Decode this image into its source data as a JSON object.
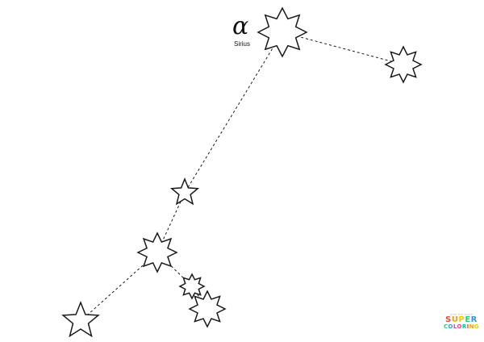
{
  "diagram": {
    "greek_letter": "α",
    "star_name": "Sirius",
    "stroke_color": "#1a1a1a",
    "fill_color": "#ffffff",
    "stars": [
      {
        "id": "sirius",
        "shape": "8-point"
      },
      {
        "id": "right-star",
        "shape": "8-point"
      },
      {
        "id": "upper-middle-star",
        "shape": "5-point"
      },
      {
        "id": "middle-cluster-star",
        "shape": "8-point"
      },
      {
        "id": "small-lower-star",
        "shape": "8-point"
      },
      {
        "id": "lower-cluster-star",
        "shape": "8-point"
      },
      {
        "id": "bottom-left-star",
        "shape": "5-point"
      }
    ],
    "connections": [
      [
        "sirius",
        "right-star"
      ],
      [
        "sirius",
        "upper-middle-star"
      ],
      [
        "upper-middle-star",
        "middle-cluster-star"
      ],
      [
        "middle-cluster-star",
        "bottom-left-star"
      ],
      [
        "middle-cluster-star",
        "small-lower-star"
      ],
      [
        "small-lower-star",
        "lower-cluster-star"
      ]
    ]
  },
  "watermark": {
    "tagline": "print the world",
    "line1": "SUPER",
    "line2": "COLORING",
    "colors": [
      "#e74c3c",
      "#f39c12",
      "#f1c40f",
      "#2ecc71",
      "#3498db",
      "#9b59b6",
      "#e84393",
      "#1abc9c"
    ]
  }
}
